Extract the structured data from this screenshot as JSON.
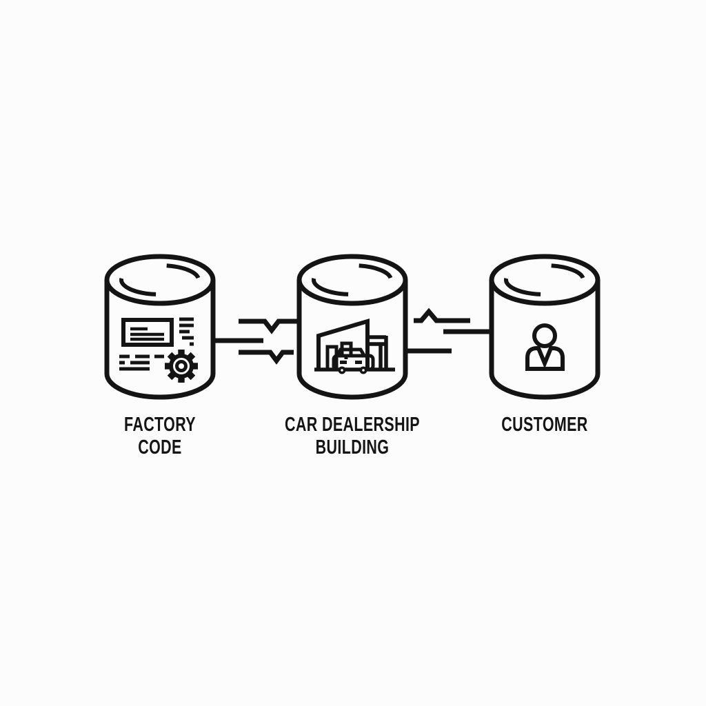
{
  "canvas": {
    "background": "#fcfcfc",
    "ink": "#141414"
  },
  "diagram": {
    "title": "",
    "nodes": [
      {
        "id": "factory-code",
        "shape": "database-cylinder",
        "icon": "document-code-gear-icon",
        "label_line1": "FACTORY",
        "label_line2": "CODE"
      },
      {
        "id": "car-dealership-building",
        "shape": "database-cylinder",
        "icon": "dealership-building-car-icon",
        "label_line1": "CAR DEALERSHIP",
        "label_line2": "BUILDING"
      },
      {
        "id": "customer",
        "shape": "database-cylinder",
        "icon": "person-icon",
        "label_line1": "CUSTOMER",
        "label_line2": ""
      }
    ],
    "connectors": [
      {
        "id": "factory-to-dealership",
        "from": "factory-code",
        "to": "car-dealership-building",
        "style": "three broken lines, two with downward V notches"
      },
      {
        "id": "dealership-to-customer",
        "from": "car-dealership-building",
        "to": "customer",
        "style": "three broken lines, one with upward peak notch"
      }
    ]
  }
}
